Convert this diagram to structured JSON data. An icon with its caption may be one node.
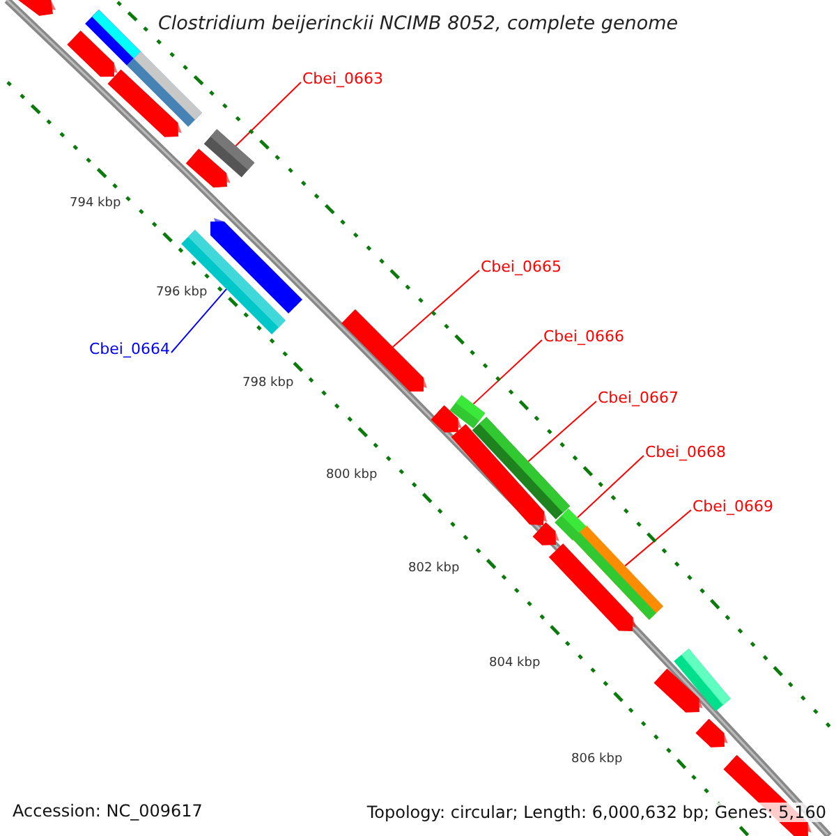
{
  "diagram": {
    "title": "Clostridium beijerinckii NCIMB 8052, complete genome",
    "nodes": [
      {
        "text": [
          "Cbei_0663"
        ]
      },
      {
        "text": [],
        "shape": "bar"
      },
      {
        "text": [
          "Cbei_0664"
        ]
      },
      {
        "text": [],
        "shape": "bar"
      },
      {
        "text": [
          "Cbei_0665"
        ]
      },
      {
        "text": [],
        "shape": "bar"
      },
      {
        "text": [
          "Cbei_0666"
        ]
      },
      {
        "text": [],
        "shape": "bar"
      },
      {
        "text": [
          "Cbei_0667"
        ]
      },
      {
        "text": [],
        "shape": "bar"
      },
      {
        "text": [
          "Cbei_0668"
        ]
      },
      {
        "text": [],
        "shape": "bar"
      },
      {
        "text": [
          "Cbei_0669"
        ]
      },
      {
        "text": [],
        "shape": "bar"
      },
      {
        "text": [],
        "shape": "bar"
      },
      {
        "text": [],
        "shape": "bar"
      },
      {
        "text": [],
        "shape": "bar"
      },
      {
        "text": [],
        "shape": "bar"
      },
      {
        "text": [],
        "shape": "bar"
      },
      {
        "text": [],
        "shape": "bar"
      },
      {
        "text": [],
        "shape": "bar"
      },
      {
        "text": [],
        "shape": "bar"
      },
      {
        "text": [],
        "shape": "bar"
      },
      {
        "text": [],
        "shape": "bar"
      },
      {
        "text": [],
        "shape": "bar"
      },
      {
        "text": [],
        "shape": "bar"
      },
      {
        "text": [],
        "shape": "bar"
      },
      {
        "text": [],
        "shape": "bar"
      },
      {
        "text": [],
        "shape": "bar"
      }
    ],
    "edges": [
      {
        "from": 0,
        "to": 1,
        "arrow": "none"
      },
      {
        "from": 2,
        "to": 3,
        "arrow": "none",
        "color": "#0000ff"
      },
      {
        "from": 4,
        "to": 5,
        "arrow": "none"
      },
      {
        "from": 6,
        "to": 7,
        "arrow": "none"
      },
      {
        "from": 8,
        "to": 9,
        "arrow": "none"
      },
      {
        "from": 10,
        "to": 11,
        "arrow": "none"
      },
      {
        "from": 12,
        "to": 13,
        "arrow": "none"
      }
    ],
    "labels": [
      "794 kbp",
      "796 kbp",
      "798 kbp",
      "800 kbp",
      "802 kbp",
      "804 kbp",
      "806 kbp",
      "Accession: NC_009617",
      "Topology: circular; Length: 6,000,632 bp; Genes: 5,160"
    ]
  }
}
